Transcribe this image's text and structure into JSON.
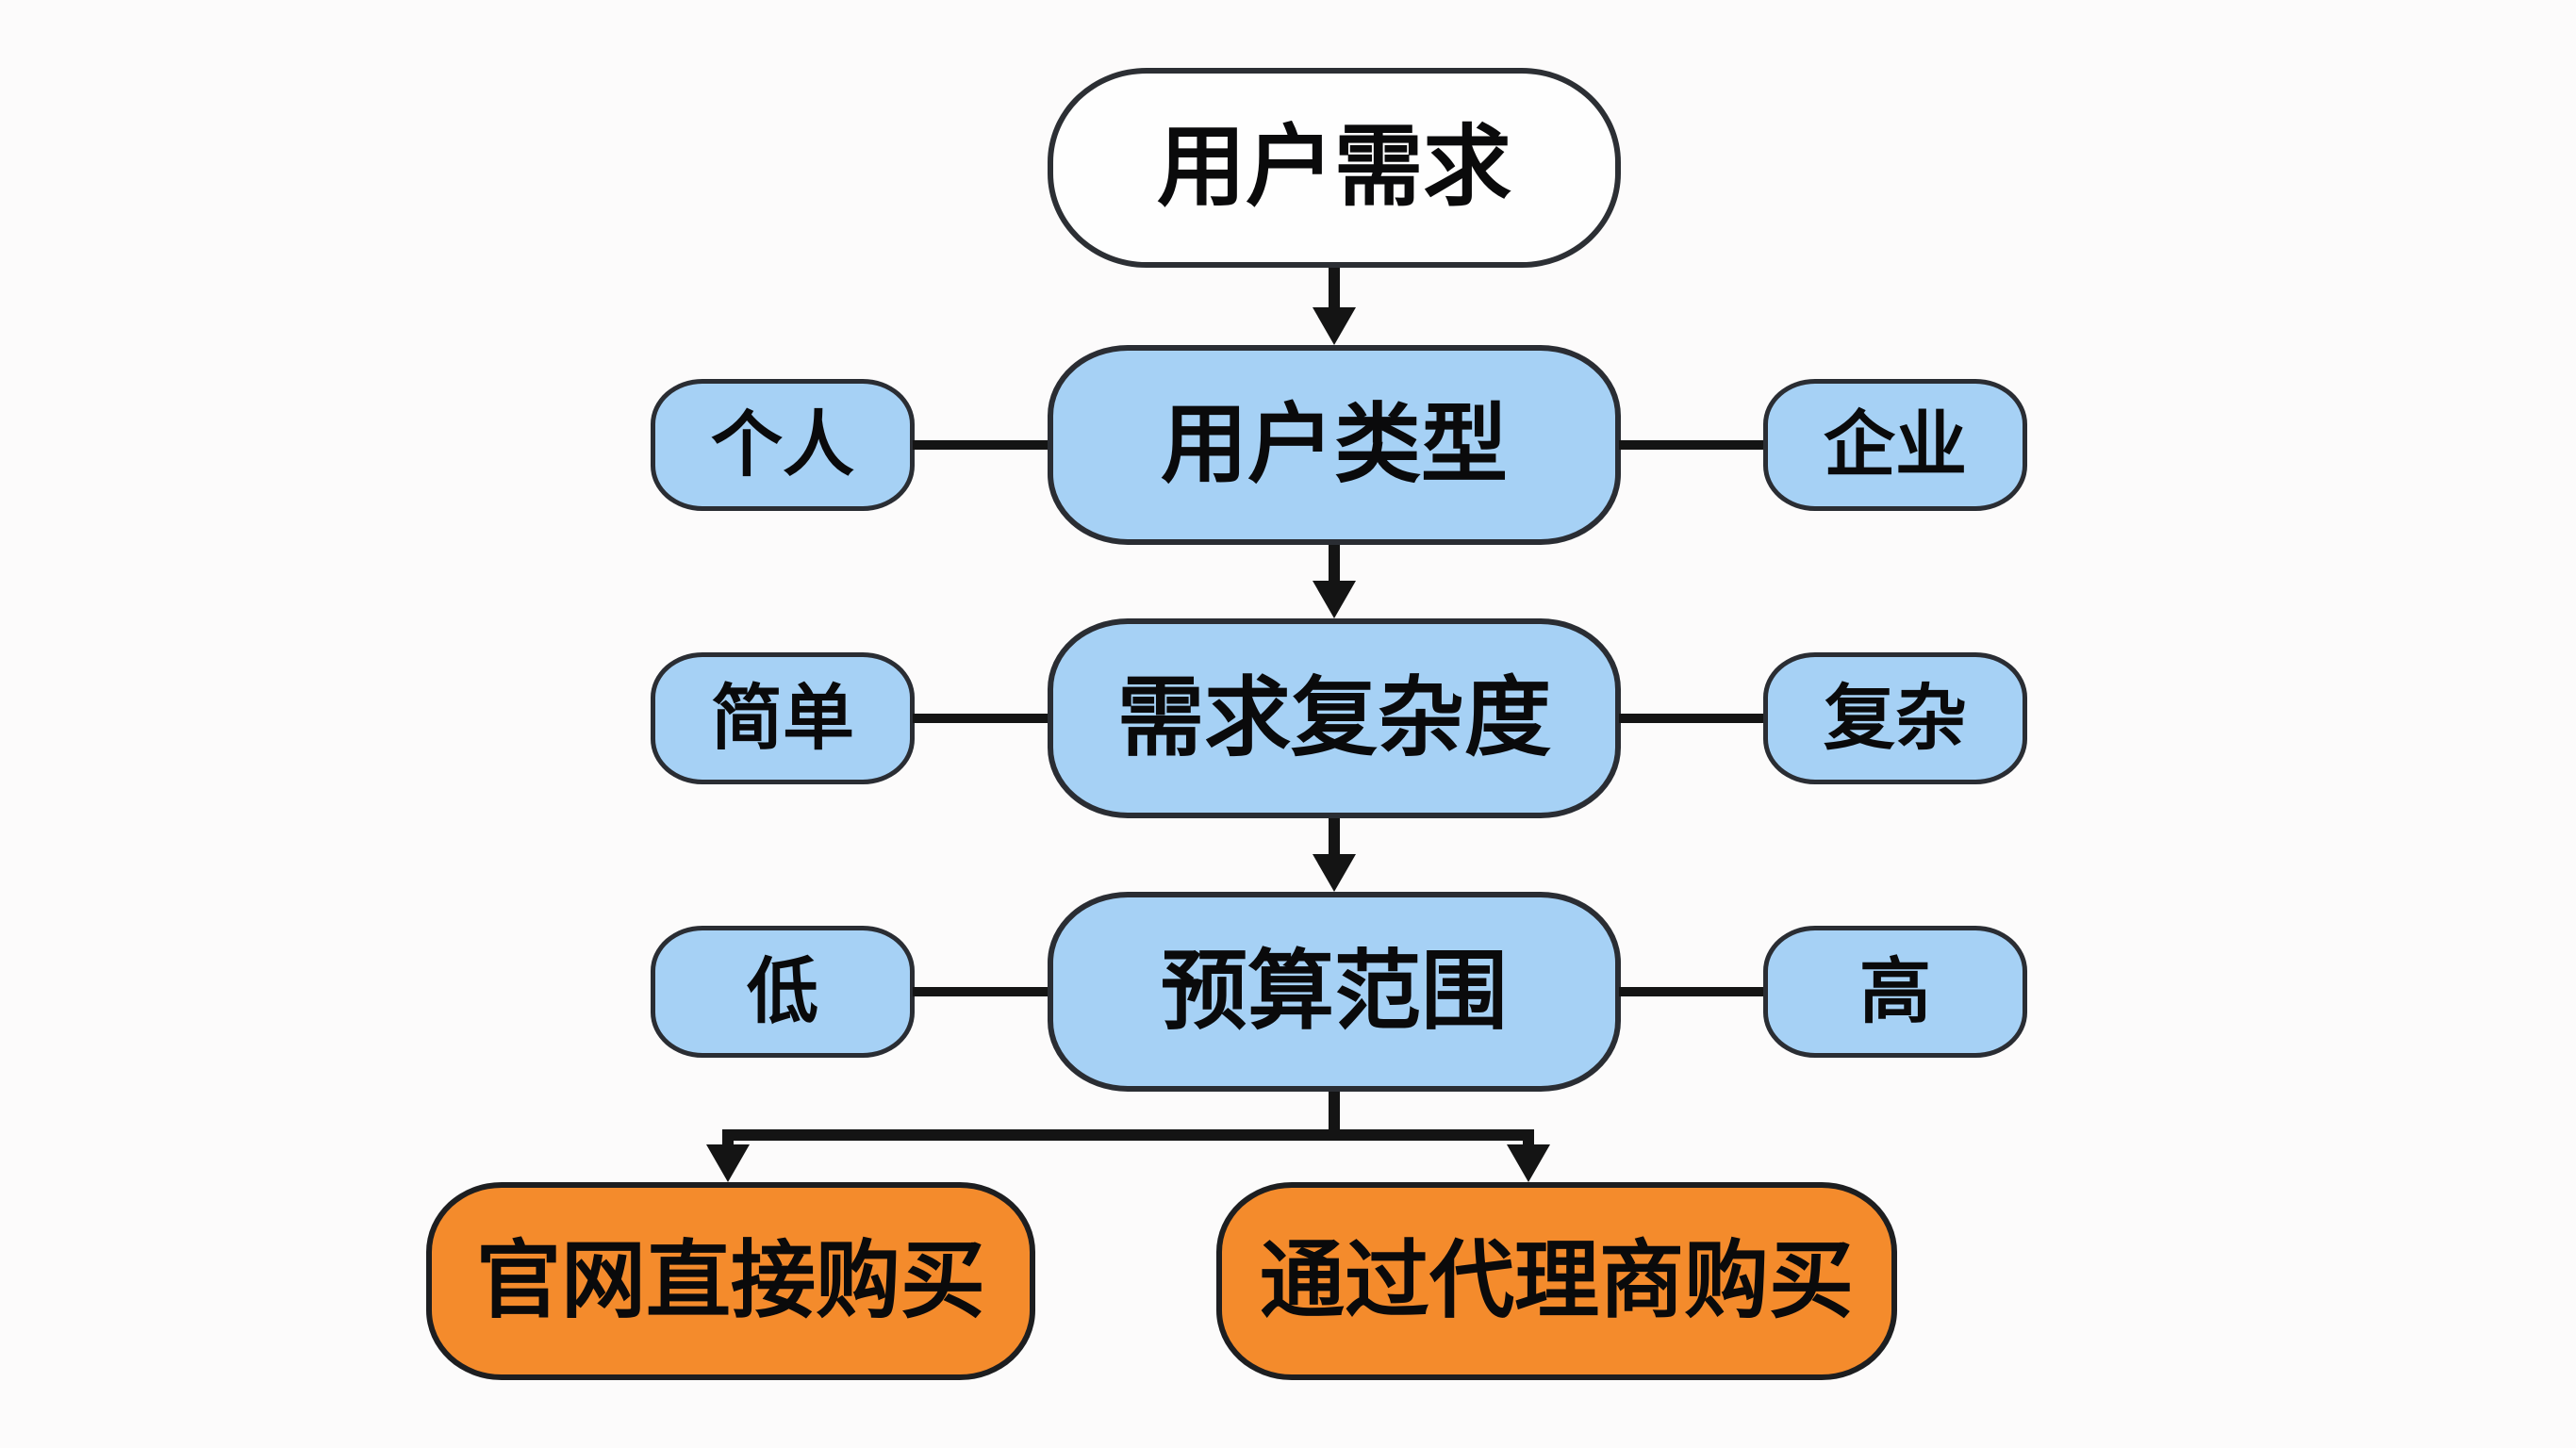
{
  "colors": {
    "blue": "#a6d1f5",
    "orange": "#f48b2c",
    "white": "#fefefe",
    "line": "#141414",
    "border": "#26292e",
    "background": "#fcfbfb",
    "text": "#0a0a0b"
  },
  "flow": {
    "root": {
      "label": "用户需求"
    },
    "levels": [
      {
        "center": "用户类型",
        "left": "个人",
        "right": "企业"
      },
      {
        "center": "需求复杂度",
        "left": "简单",
        "right": "复杂"
      },
      {
        "center": "预算范围",
        "left": "低",
        "right": "高"
      }
    ],
    "outcomes": [
      {
        "label": "官网直接购买"
      },
      {
        "label": "通过代理商购买"
      }
    ]
  }
}
